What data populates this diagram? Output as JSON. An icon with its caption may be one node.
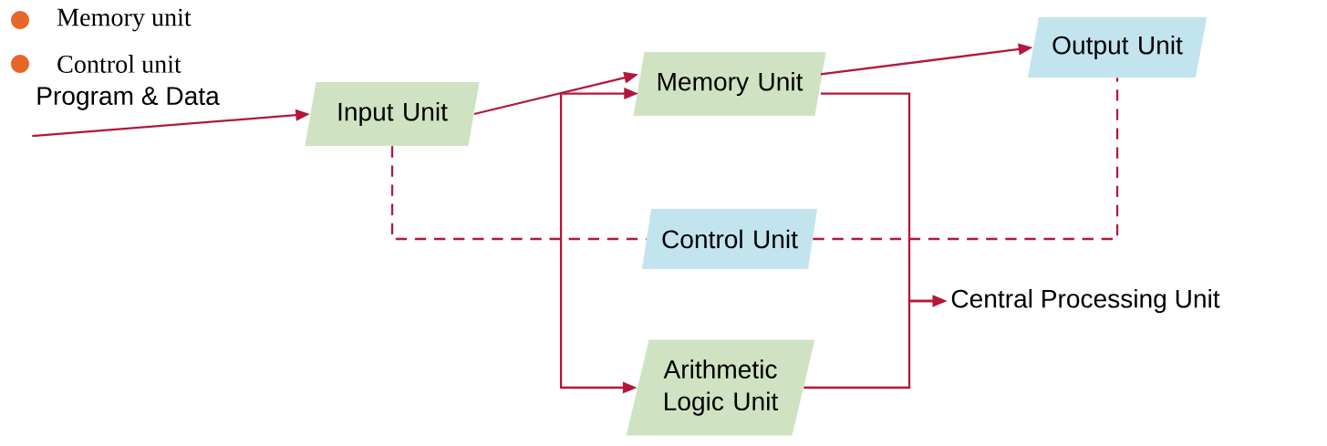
{
  "diagram": {
    "nodes": [
      {
        "text": [
          "Program & Data"
        ]
      },
      {
        "text": [
          "Input Unit"
        ]
      },
      {
        "text": [
          "Memory Unit"
        ]
      },
      {
        "text": [
          "Output Unit"
        ]
      },
      {
        "text": [
          "Control Unit"
        ]
      },
      {
        "text": [
          "Arithmetic Logic Unit"
        ]
      },
      {
        "text": [
          "Central Processing Unit"
        ]
      }
    ],
    "edges": [
      {
        "from": 0,
        "to": 1,
        "arrow": "to"
      },
      {
        "from": 1,
        "to": 2,
        "arrow": "to"
      },
      {
        "from": 2,
        "to": 3,
        "arrow": "to"
      },
      {
        "from": 2,
        "to": 5,
        "arrow": "both"
      },
      {
        "from": 1,
        "to": 4,
        "arrow": "none",
        "style": "dashed"
      },
      {
        "from": 4,
        "to": 3,
        "arrow": "none",
        "style": "dashed"
      },
      {
        "from": 2,
        "to": 6,
        "arrow": "to"
      },
      {
        "from": 5,
        "to": 6,
        "arrow": "to"
      }
    ],
    "labels": [
      "Memory unit",
      "Control unit"
    ]
  }
}
